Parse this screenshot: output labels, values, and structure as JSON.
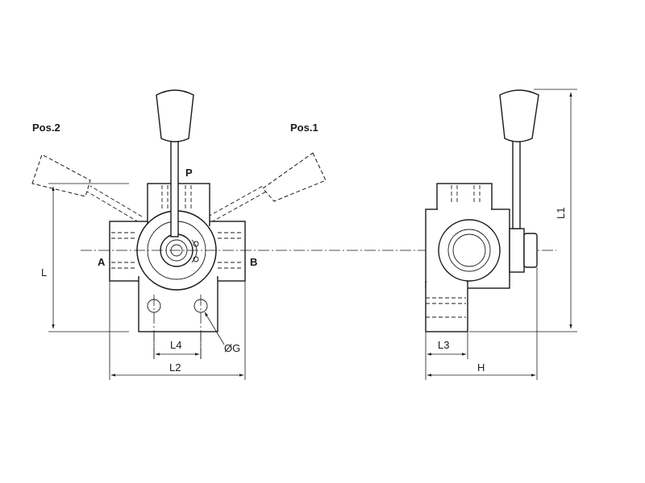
{
  "positions": {
    "pos1": "Pos.1",
    "pos2": "Pos.2"
  },
  "ports": {
    "p": "P",
    "a": "A",
    "b": "B"
  },
  "dimensions": {
    "l": "L",
    "l1": "L1",
    "l2": "L2",
    "l3": "L3",
    "l4": "L4",
    "h": "H",
    "og": "ØG"
  }
}
